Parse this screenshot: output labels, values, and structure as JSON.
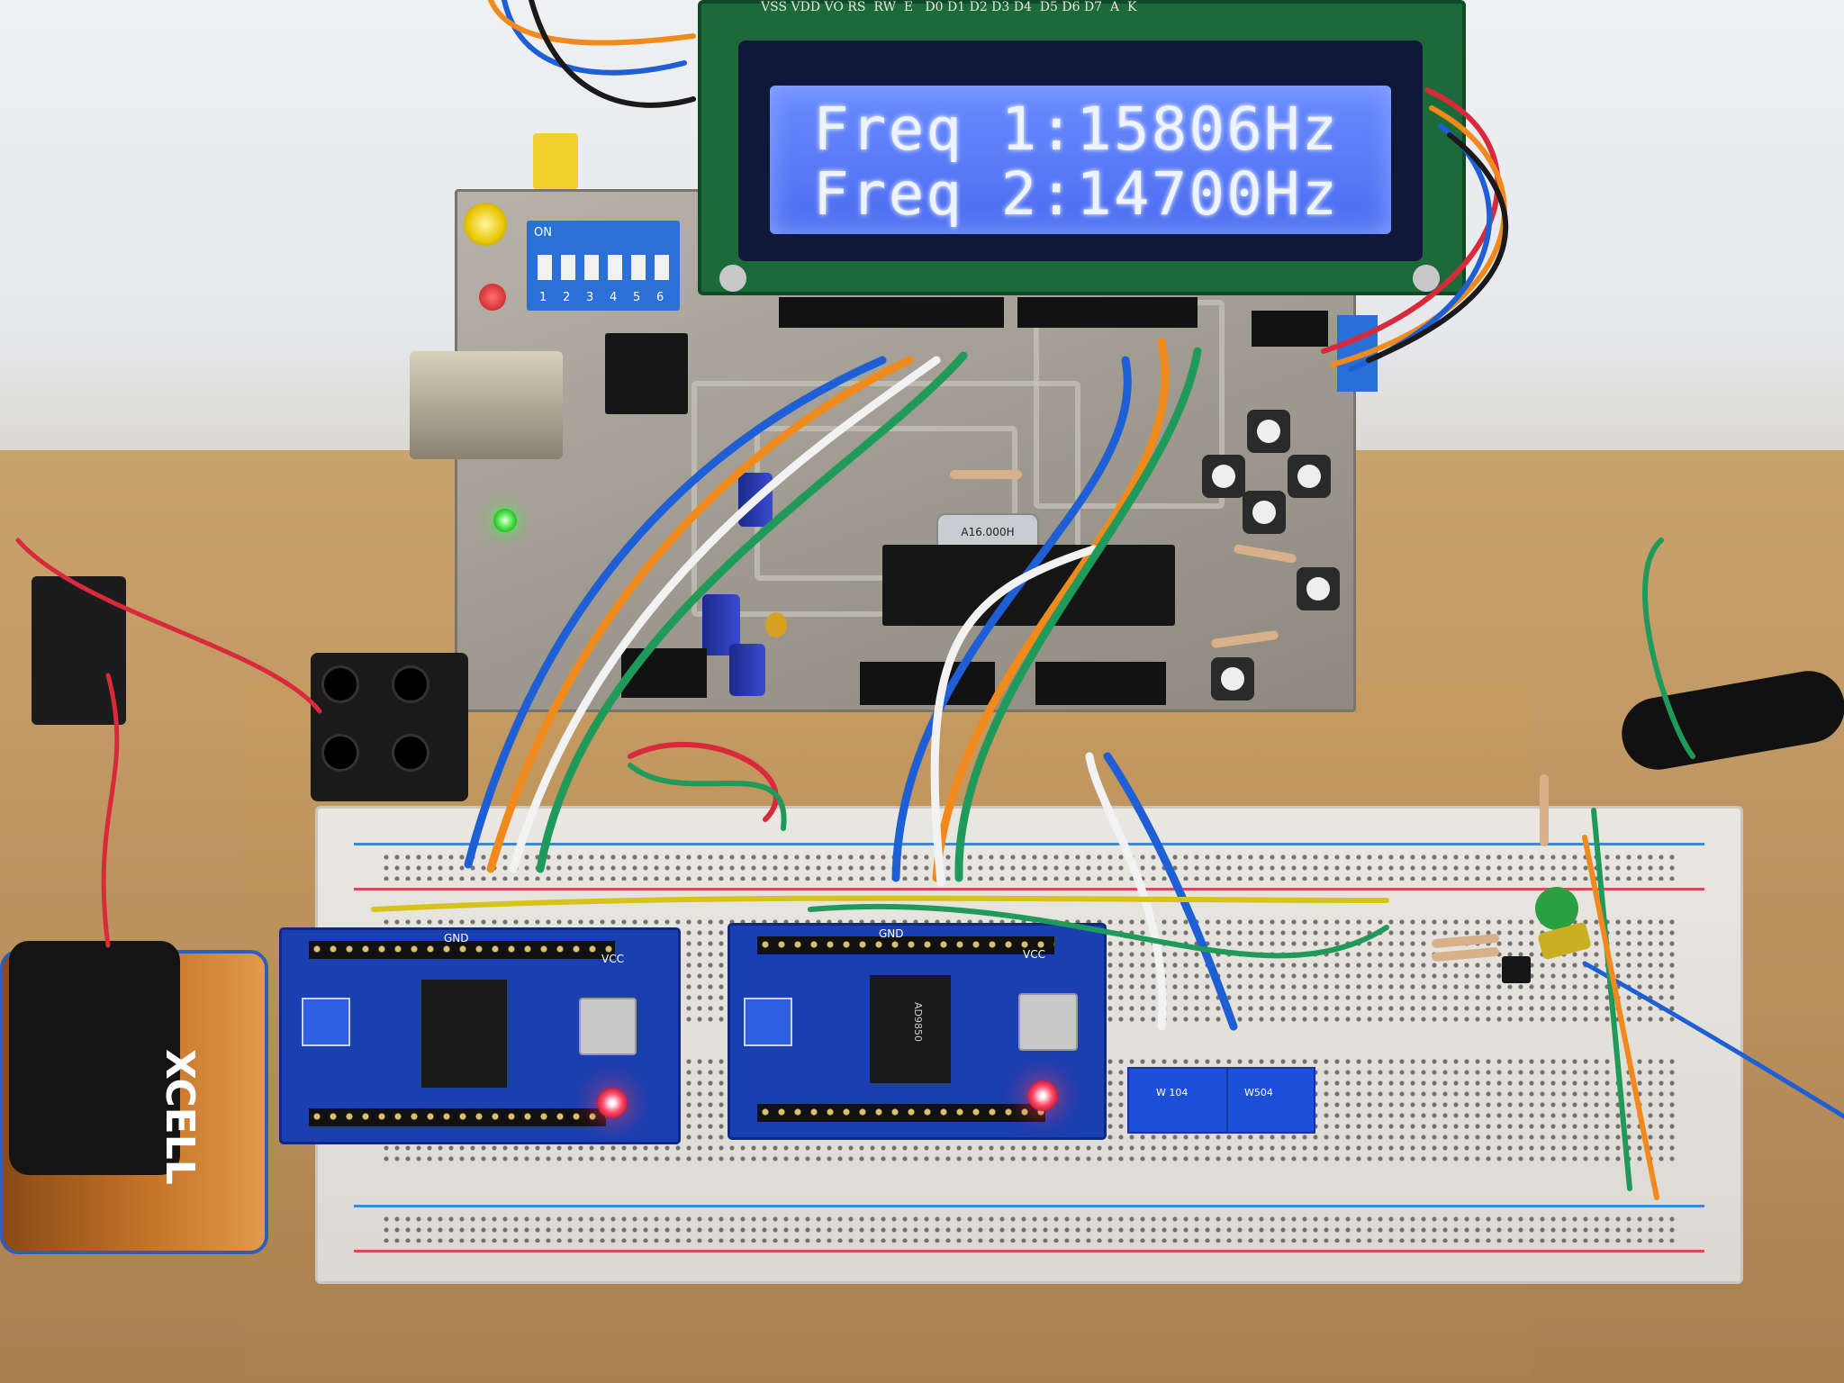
{
  "lcd": {
    "line1": "Freq 1:15806Hz",
    "line2": "Freq 2:14700Hz",
    "pin_labels": "VSS VDD VO RS  RW  E   D0 D1 D2 D3 D4  D5 D6 D7  A  K"
  },
  "dip_switch": {
    "on_label": "ON",
    "numbers": [
      "1",
      "2",
      "3",
      "4",
      "5",
      "6"
    ]
  },
  "crystal": {
    "label": "A16.000H"
  },
  "battery": {
    "label": "XCELL"
  },
  "module_left": {
    "vcc_label": "VCC",
    "gnd_label": "GND"
  },
  "module_right": {
    "chip_label": "AD9850",
    "vcc_label": "VCC",
    "gnd_label": "GND"
  },
  "trimmers": {
    "left": "W 104",
    "right": "W504"
  },
  "colors": {
    "lcd_backlight": "#5a7cff",
    "lcd_text": "#eef4ff",
    "module_blue": "#1a3fb0",
    "wire_blue": "#1f5fd6",
    "wire_orange": "#f08a1c",
    "wire_white": "#f2f2f2",
    "wire_green": "#1f9a5a",
    "wire_red": "#d82a3a",
    "wire_yellow": "#d6c21a"
  }
}
